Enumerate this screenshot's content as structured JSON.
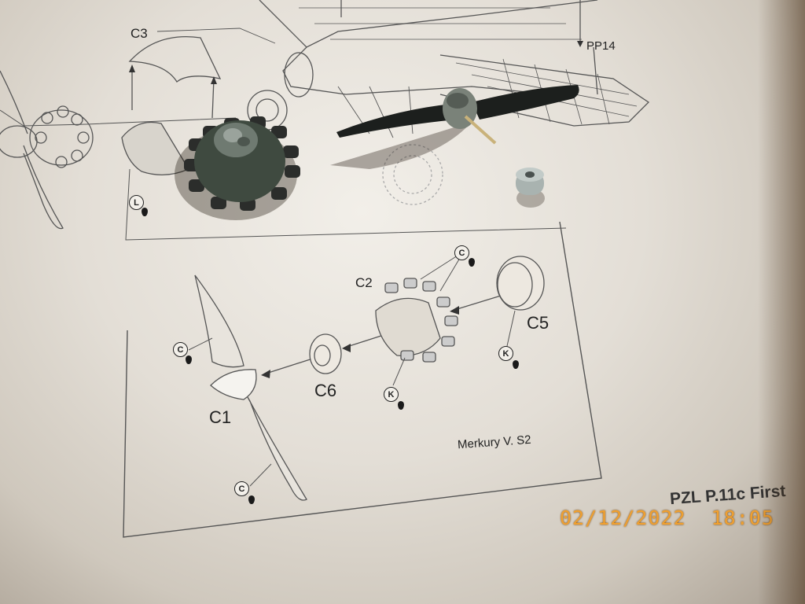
{
  "labels": {
    "c3": "C3",
    "pp14": "PP14",
    "c2": "C2",
    "c5": "C5",
    "c6": "C6",
    "c1": "C1",
    "engine_name": "Merkury V. S2"
  },
  "paint_codes": {
    "l": "L",
    "c": "C",
    "k": "K"
  },
  "caption": "PZL P.11c First",
  "timestamp": "02/12/2022  18:05"
}
